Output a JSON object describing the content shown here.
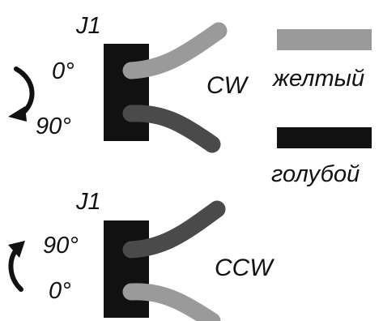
{
  "colors": {
    "background": "#ffffff",
    "connector": "#111111",
    "wire_light": "#9a9a9a",
    "wire_dark": "#4a4a4a",
    "arrow": "#111111",
    "text": "#111111"
  },
  "top_diagram": {
    "connector_label": "J1",
    "pin_upper_label": "0°",
    "pin_lower_label": "90°",
    "direction_label": "CW",
    "rotation_icon": "clockwise-arrow-icon"
  },
  "bottom_diagram": {
    "connector_label": "J1",
    "pin_upper_label": "90°",
    "pin_lower_label": "0°",
    "direction_label": "CCW",
    "rotation_icon": "counterclockwise-arrow-icon"
  },
  "legend": {
    "items": [
      {
        "label": "желтый",
        "swatch": "light-gray"
      },
      {
        "label": "голубой",
        "swatch": "black"
      }
    ]
  }
}
